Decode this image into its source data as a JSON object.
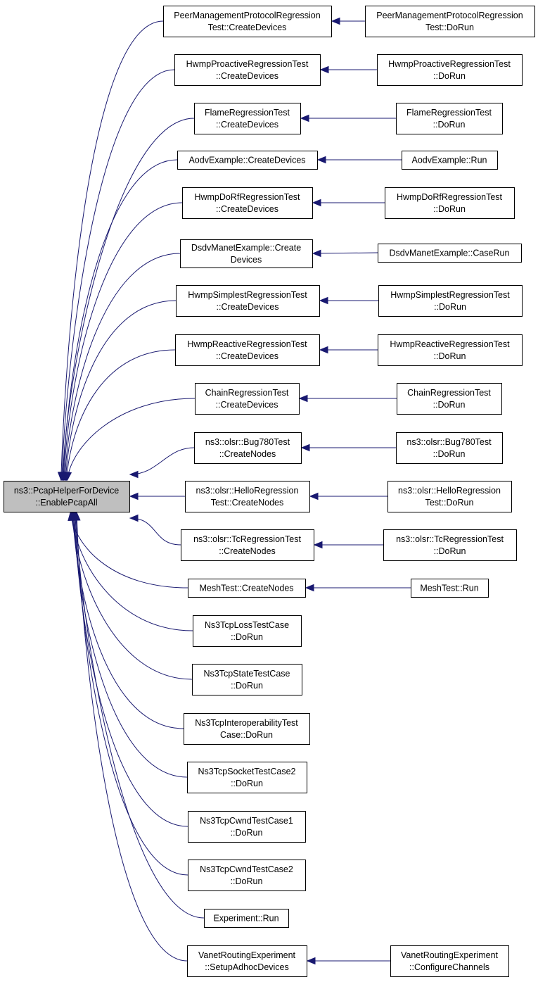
{
  "diagram": {
    "type": "call-graph",
    "colors": {
      "edge": "#191970",
      "root_fill": "#bfbfbf",
      "node_fill": "#ffffff",
      "border": "#000000"
    },
    "root": {
      "id": "root",
      "lines": [
        "ns3::PcapHelperForDevice",
        "::EnablePcapAll"
      ]
    },
    "nodes": [
      {
        "id": "peer-create",
        "lines": [
          "PeerManagementProtocolRegression",
          "Test::CreateDevices"
        ]
      },
      {
        "id": "peer-run",
        "lines": [
          "PeerManagementProtocolRegression",
          "Test::DoRun"
        ]
      },
      {
        "id": "hwmp-pro-create",
        "lines": [
          "HwmpProactiveRegressionTest",
          "::CreateDevices"
        ]
      },
      {
        "id": "hwmp-pro-run",
        "lines": [
          "HwmpProactiveRegressionTest",
          "::DoRun"
        ]
      },
      {
        "id": "flame-create",
        "lines": [
          "FlameRegressionTest",
          "::CreateDevices"
        ]
      },
      {
        "id": "flame-run",
        "lines": [
          "FlameRegressionTest",
          "::DoRun"
        ]
      },
      {
        "id": "aodv-create",
        "lines": [
          "AodvExample::CreateDevices"
        ]
      },
      {
        "id": "aodv-run",
        "lines": [
          "AodvExample::Run"
        ]
      },
      {
        "id": "hwmp-dorf-create",
        "lines": [
          "HwmpDoRfRegressionTest",
          "::CreateDevices"
        ]
      },
      {
        "id": "hwmp-dorf-run",
        "lines": [
          "HwmpDoRfRegressionTest",
          "::DoRun"
        ]
      },
      {
        "id": "dsdv-create",
        "lines": [
          "DsdvManetExample::Create",
          "Devices"
        ]
      },
      {
        "id": "dsdv-run",
        "lines": [
          "DsdvManetExample::CaseRun"
        ]
      },
      {
        "id": "hwmp-simp-create",
        "lines": [
          "HwmpSimplestRegressionTest",
          "::CreateDevices"
        ]
      },
      {
        "id": "hwmp-simp-run",
        "lines": [
          "HwmpSimplestRegressionTest",
          "::DoRun"
        ]
      },
      {
        "id": "hwmp-react-create",
        "lines": [
          "HwmpReactiveRegressionTest",
          "::CreateDevices"
        ]
      },
      {
        "id": "hwmp-react-run",
        "lines": [
          "HwmpReactiveRegressionTest",
          "::DoRun"
        ]
      },
      {
        "id": "chain-create",
        "lines": [
          "ChainRegressionTest",
          "::CreateDevices"
        ]
      },
      {
        "id": "chain-run",
        "lines": [
          "ChainRegressionTest",
          "::DoRun"
        ]
      },
      {
        "id": "bug780-create",
        "lines": [
          "ns3::olsr::Bug780Test",
          "::CreateNodes"
        ]
      },
      {
        "id": "bug780-run",
        "lines": [
          "ns3::olsr::Bug780Test",
          "::DoRun"
        ]
      },
      {
        "id": "hello-create",
        "lines": [
          "ns3::olsr::HelloRegression",
          "Test::CreateNodes"
        ]
      },
      {
        "id": "hello-run",
        "lines": [
          "ns3::olsr::HelloRegression",
          "Test::DoRun"
        ]
      },
      {
        "id": "tc-create",
        "lines": [
          "ns3::olsr::TcRegressionTest",
          "::CreateNodes"
        ]
      },
      {
        "id": "tc-run",
        "lines": [
          "ns3::olsr::TcRegressionTest",
          "::DoRun"
        ]
      },
      {
        "id": "mesh-create",
        "lines": [
          "MeshTest::CreateNodes"
        ]
      },
      {
        "id": "mesh-run",
        "lines": [
          "MeshTest::Run"
        ]
      },
      {
        "id": "tcp-loss",
        "lines": [
          "Ns3TcpLossTestCase",
          "::DoRun"
        ]
      },
      {
        "id": "tcp-state",
        "lines": [
          "Ns3TcpStateTestCase",
          "::DoRun"
        ]
      },
      {
        "id": "tcp-interop",
        "lines": [
          "Ns3TcpInteroperabilityTest",
          "Case::DoRun"
        ]
      },
      {
        "id": "tcp-socket2",
        "lines": [
          "Ns3TcpSocketTestCase2",
          "::DoRun"
        ]
      },
      {
        "id": "tcp-cwnd1",
        "lines": [
          "Ns3TcpCwndTestCase1",
          "::DoRun"
        ]
      },
      {
        "id": "tcp-cwnd2",
        "lines": [
          "Ns3TcpCwndTestCase2",
          "::DoRun"
        ]
      },
      {
        "id": "experiment-run",
        "lines": [
          "Experiment::Run"
        ]
      },
      {
        "id": "vanet-setup",
        "lines": [
          "VanetRoutingExperiment",
          "::SetupAdhocDevices"
        ]
      },
      {
        "id": "vanet-config",
        "lines": [
          "VanetRoutingExperiment",
          "::ConfigureChannels"
        ]
      }
    ],
    "edges": [
      {
        "from": "peer-create",
        "to": "root"
      },
      {
        "from": "hwmp-pro-create",
        "to": "root"
      },
      {
        "from": "flame-create",
        "to": "root"
      },
      {
        "from": "aodv-create",
        "to": "root"
      },
      {
        "from": "hwmp-dorf-create",
        "to": "root"
      },
      {
        "from": "dsdv-create",
        "to": "root"
      },
      {
        "from": "hwmp-simp-create",
        "to": "root"
      },
      {
        "from": "hwmp-react-create",
        "to": "root"
      },
      {
        "from": "chain-create",
        "to": "root"
      },
      {
        "from": "bug780-create",
        "to": "root"
      },
      {
        "from": "hello-create",
        "to": "root"
      },
      {
        "from": "tc-create",
        "to": "root"
      },
      {
        "from": "mesh-create",
        "to": "root"
      },
      {
        "from": "tcp-loss",
        "to": "root"
      },
      {
        "from": "tcp-state",
        "to": "root"
      },
      {
        "from": "tcp-interop",
        "to": "root"
      },
      {
        "from": "tcp-socket2",
        "to": "root"
      },
      {
        "from": "tcp-cwnd1",
        "to": "root"
      },
      {
        "from": "tcp-cwnd2",
        "to": "root"
      },
      {
        "from": "experiment-run",
        "to": "root"
      },
      {
        "from": "vanet-setup",
        "to": "root"
      },
      {
        "from": "peer-run",
        "to": "peer-create"
      },
      {
        "from": "hwmp-pro-run",
        "to": "hwmp-pro-create"
      },
      {
        "from": "flame-run",
        "to": "flame-create"
      },
      {
        "from": "aodv-run",
        "to": "aodv-create"
      },
      {
        "from": "hwmp-dorf-run",
        "to": "hwmp-dorf-create"
      },
      {
        "from": "dsdv-run",
        "to": "dsdv-create"
      },
      {
        "from": "hwmp-simp-run",
        "to": "hwmp-simp-create"
      },
      {
        "from": "hwmp-react-run",
        "to": "hwmp-react-create"
      },
      {
        "from": "chain-run",
        "to": "chain-create"
      },
      {
        "from": "bug780-run",
        "to": "bug780-create"
      },
      {
        "from": "hello-run",
        "to": "hello-create"
      },
      {
        "from": "tc-run",
        "to": "tc-create"
      },
      {
        "from": "mesh-run",
        "to": "mesh-create"
      },
      {
        "from": "vanet-config",
        "to": "vanet-setup"
      }
    ]
  }
}
